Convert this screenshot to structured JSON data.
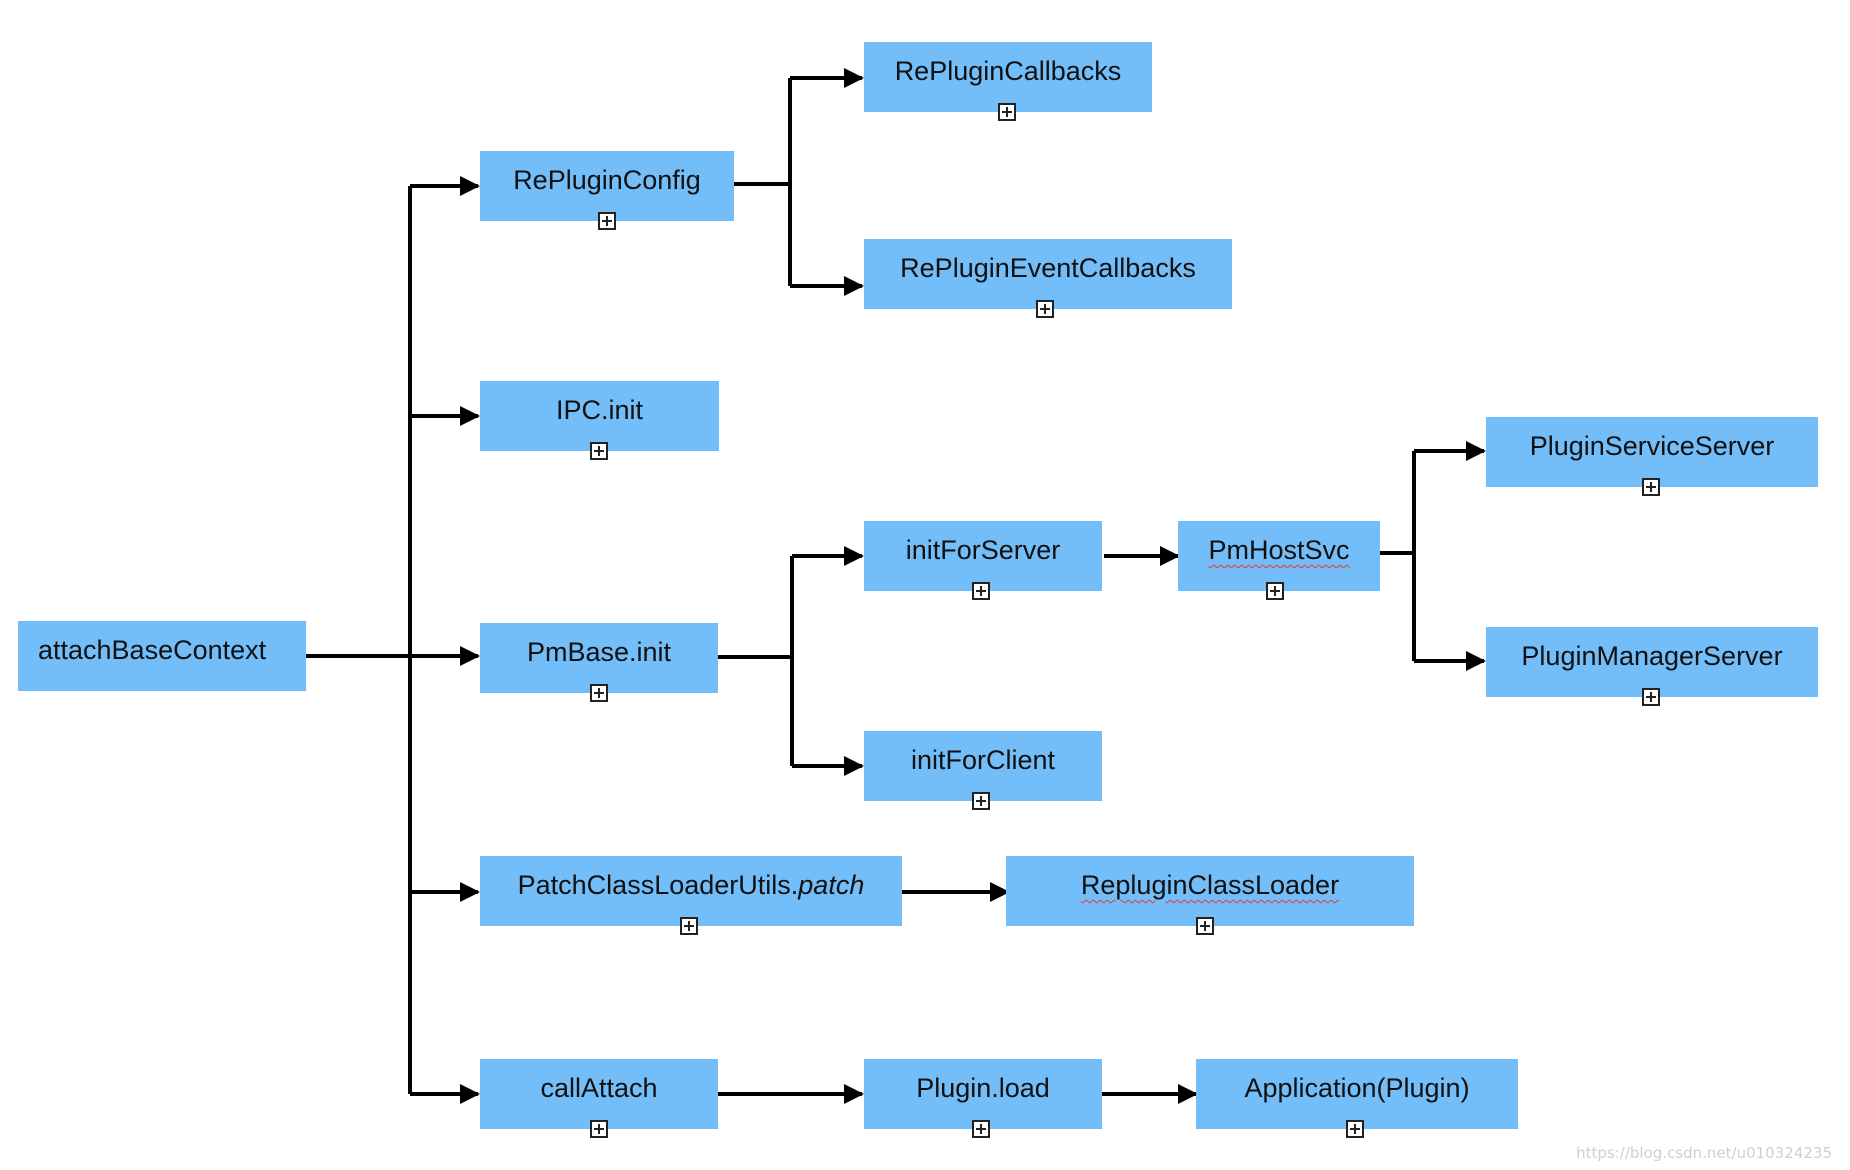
{
  "colors": {
    "node_fill": "#73bdf8",
    "connector": "#000000",
    "squiggle": "#e03a3a"
  },
  "nodes": {
    "attachBaseContext": "attachBaseContext",
    "RePluginConfig": "RePluginConfig",
    "RePluginCallbacks": "RePluginCallbacks",
    "RePluginEventCallbacks": "RePluginEventCallbacks",
    "IPCinit": "IPC.init",
    "PmBaseinit": "PmBase.init",
    "initForServer": "initForServer",
    "PmHostSvc": "PmHostSvc",
    "PluginServiceServer": "PluginServiceServer",
    "PluginManagerServer": "PluginManagerServer",
    "initForClient": "initForClient",
    "PatchClassLoaderUtils_a": "PatchClassLoaderUtils.",
    "PatchClassLoaderUtils_b": "patch",
    "RepluginClassLoader": "RepluginClassLoader",
    "callAttach": "callAttach",
    "Pluginload": "Plugin.load",
    "ApplicationPlugin": "Application(Plugin)"
  },
  "edges": [
    [
      "attachBaseContext",
      "RePluginConfig"
    ],
    [
      "attachBaseContext",
      "IPCinit"
    ],
    [
      "attachBaseContext",
      "PmBaseinit"
    ],
    [
      "attachBaseContext",
      "PatchClassLoaderUtils"
    ],
    [
      "attachBaseContext",
      "callAttach"
    ],
    [
      "RePluginConfig",
      "RePluginCallbacks"
    ],
    [
      "RePluginConfig",
      "RePluginEventCallbacks"
    ],
    [
      "PmBaseinit",
      "initForServer"
    ],
    [
      "PmBaseinit",
      "initForClient"
    ],
    [
      "initForServer",
      "PmHostSvc"
    ],
    [
      "PmHostSvc",
      "PluginServiceServer"
    ],
    [
      "PmHostSvc",
      "PluginManagerServer"
    ],
    [
      "PatchClassLoaderUtils",
      "RepluginClassLoader"
    ],
    [
      "callAttach",
      "Pluginload"
    ],
    [
      "Pluginload",
      "ApplicationPlugin"
    ]
  ],
  "watermark": "https://blog.csdn.net/u010324235"
}
